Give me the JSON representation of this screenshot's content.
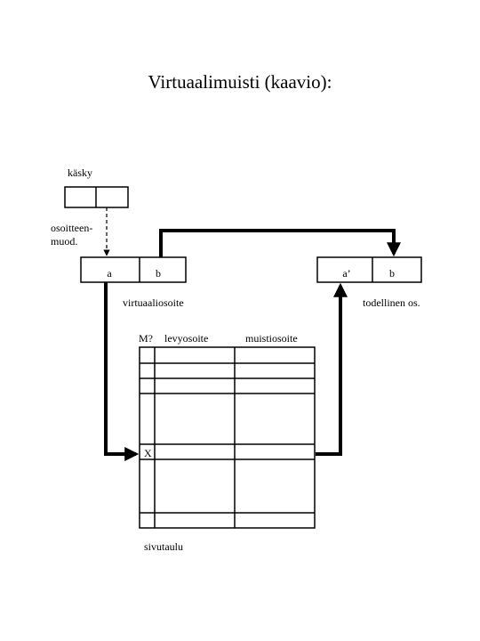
{
  "title": "Virtuaalimuisti (kaavio):",
  "instruction": {
    "label": "käsky"
  },
  "address_translation": {
    "line1": "osoitteen-",
    "line2": "muod."
  },
  "virtual_address": {
    "field_a": "a",
    "field_b": "b",
    "caption": "virtuaaliosoite"
  },
  "real_address": {
    "field_a": "a’",
    "field_b": "b",
    "caption": "todellinen os."
  },
  "page_table": {
    "headers": {
      "col1": "M?",
      "col2": "levyosoite",
      "col3": "muistiosoite"
    },
    "marked_row_value": "X",
    "caption": "sivutaulu"
  }
}
